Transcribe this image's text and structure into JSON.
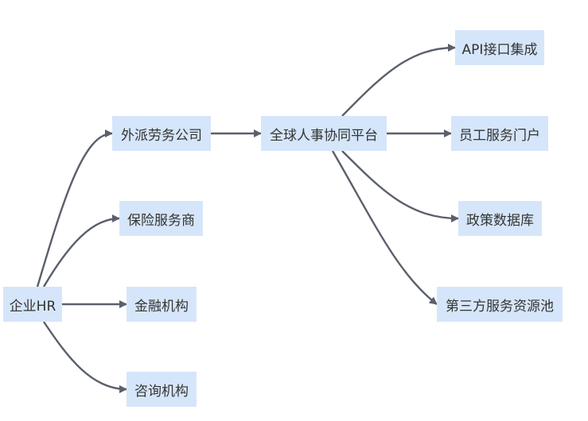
{
  "colors": {
    "node_fill": "#d6e6fa",
    "edge": "#5a606b",
    "text": "#333333"
  },
  "nodes": {
    "hr": "企业HR",
    "outsourcing": "外派劳务公司",
    "insurance": "保险服务商",
    "finance": "金融机构",
    "consulting": "咨询机构",
    "platform": "全球人事协同平台",
    "api": "API接口集成",
    "portal": "员工服务门户",
    "policy_db": "政策数据库",
    "third_party": "第三方服务资源池"
  },
  "edges": [
    [
      "hr",
      "outsourcing"
    ],
    [
      "hr",
      "insurance"
    ],
    [
      "hr",
      "finance"
    ],
    [
      "hr",
      "consulting"
    ],
    [
      "outsourcing",
      "platform"
    ],
    [
      "platform",
      "api"
    ],
    [
      "platform",
      "portal"
    ],
    [
      "platform",
      "policy_db"
    ],
    [
      "platform",
      "third_party"
    ]
  ]
}
